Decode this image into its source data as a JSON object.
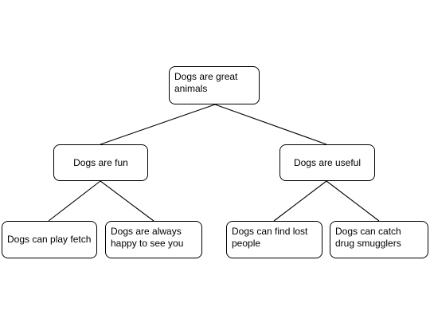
{
  "diagram": {
    "root": {
      "label": "Dogs are great animals"
    },
    "level1": [
      {
        "label": "Dogs are fun"
      },
      {
        "label": "Dogs are useful"
      }
    ],
    "level2": [
      {
        "label": "Dogs can play fetch"
      },
      {
        "label": "Dogs are always happy to see you"
      },
      {
        "label": "Dogs can find lost people"
      },
      {
        "label": "Dogs can catch drug smugglers"
      }
    ]
  }
}
